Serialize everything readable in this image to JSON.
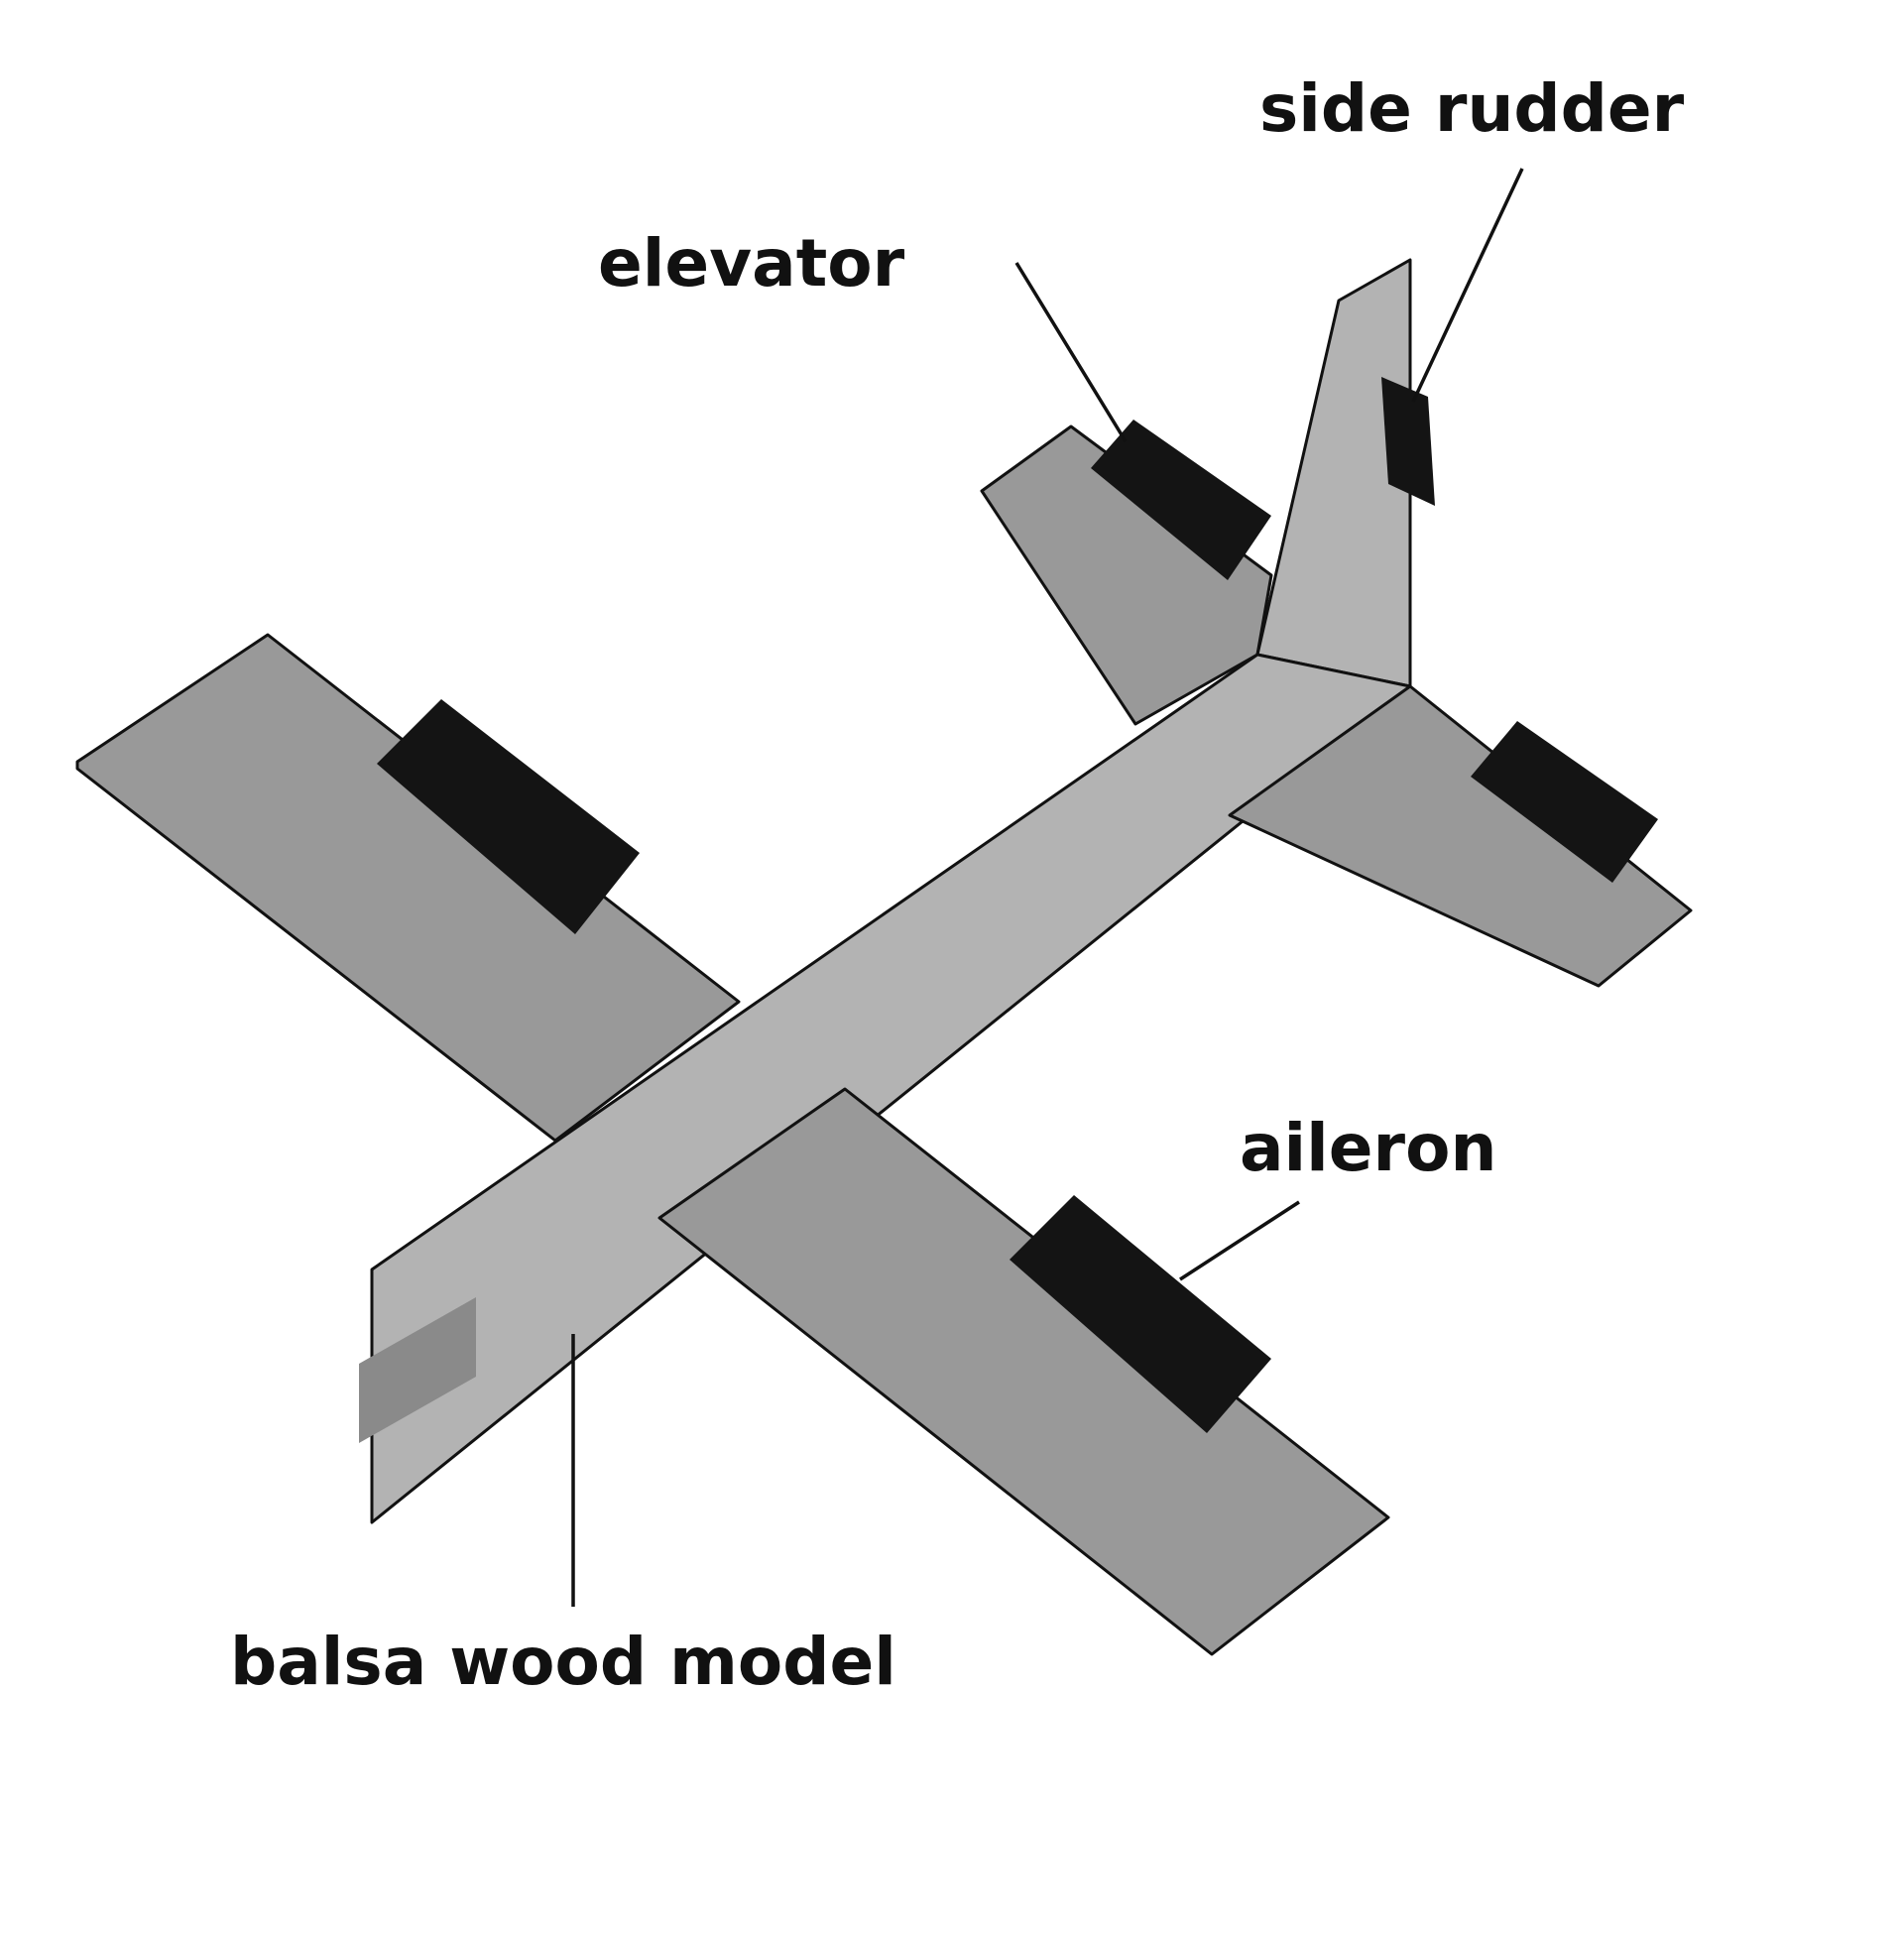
{
  "labels": {
    "side_rudder": "side rudder",
    "elevator": "elevator",
    "aileron": "aileron",
    "model": "balsa wood model"
  },
  "colors": {
    "background": "#ffffff",
    "fuselage": "#b3b3b3",
    "surface": "#999999",
    "control_surface": "#141414",
    "nose_patch": "#8a8a8a",
    "outline": "#111111"
  }
}
